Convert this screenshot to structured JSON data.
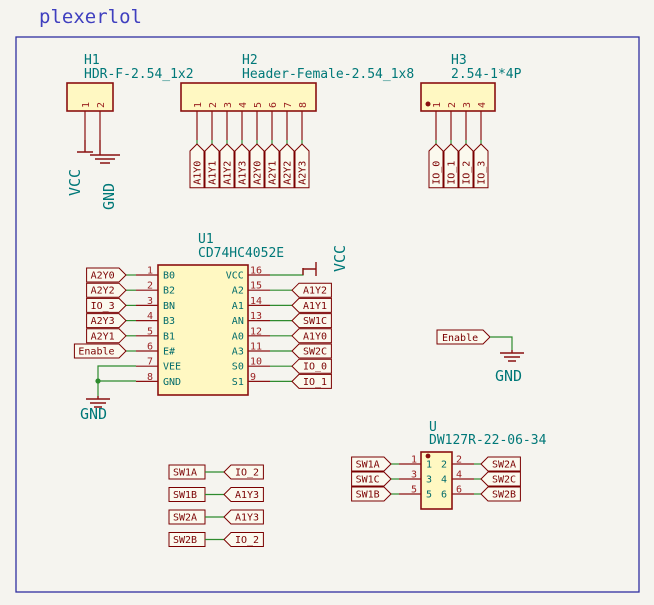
{
  "title": "plexerlol",
  "h1": {
    "ref": "H1",
    "value": "HDR-F-2.54_1x2",
    "pins": [
      "1",
      "2"
    ]
  },
  "h2": {
    "ref": "H2",
    "value": "Header-Female-2.54_1x8",
    "pins": [
      "1",
      "2",
      "3",
      "4",
      "5",
      "6",
      "7",
      "8"
    ],
    "nets": [
      "A1Y0",
      "A1Y1",
      "A1Y2",
      "A1Y3",
      "A2Y0",
      "A2Y1",
      "A2Y2",
      "A2Y3"
    ]
  },
  "h3": {
    "ref": "H3",
    "value": "2.54-1*4P",
    "pins": [
      "1",
      "2",
      "3",
      "4"
    ],
    "nets": [
      "IO_0",
      "IO_1",
      "IO_2",
      "IO_3"
    ]
  },
  "power": {
    "vcc": "VCC",
    "gnd": "GND"
  },
  "u1": {
    "ref": "U1",
    "value": "CD74HC4052E",
    "left_pins": [
      {
        "num": "1",
        "name": "B0",
        "net": "A2Y0"
      },
      {
        "num": "2",
        "name": "B2",
        "net": "A2Y2"
      },
      {
        "num": "3",
        "name": "BN",
        "net": "IO_3"
      },
      {
        "num": "4",
        "name": "B3",
        "net": "A2Y3"
      },
      {
        "num": "5",
        "name": "B1",
        "net": "A2Y1"
      },
      {
        "num": "6",
        "name": "E#",
        "net": "Enable"
      },
      {
        "num": "7",
        "name": "VEE",
        "net": ""
      },
      {
        "num": "8",
        "name": "GND",
        "net": ""
      }
    ],
    "right_pins": [
      {
        "num": "16",
        "name": "VCC",
        "net": ""
      },
      {
        "num": "15",
        "name": "A2",
        "net": "A1Y2"
      },
      {
        "num": "14",
        "name": "A1",
        "net": "A1Y1"
      },
      {
        "num": "13",
        "name": "AN",
        "net": "SW1C"
      },
      {
        "num": "12",
        "name": "A0",
        "net": "A1Y0"
      },
      {
        "num": "11",
        "name": "A3",
        "net": "SW2C"
      },
      {
        "num": "10",
        "name": "S0",
        "net": "IO_0"
      },
      {
        "num": "9",
        "name": "S1",
        "net": "IO_1"
      }
    ]
  },
  "enable_label": "Enable",
  "u_switch": {
    "ref": "U",
    "value": "DW127R-22-06-34",
    "left": [
      {
        "num": "1",
        "inner": "1",
        "net": "SW1A"
      },
      {
        "num": "3",
        "inner": "3",
        "net": "SW1C"
      },
      {
        "num": "5",
        "inner": "5",
        "net": "SW1B"
      }
    ],
    "right": [
      {
        "num": "2",
        "inner": "2",
        "net": "SW2A"
      },
      {
        "num": "4",
        "inner": "4",
        "net": "SW2C"
      },
      {
        "num": "6",
        "inner": "6",
        "net": "SW2B"
      }
    ]
  },
  "pairs": [
    {
      "left": "SW1A",
      "right": "IO_2"
    },
    {
      "left": "SW1B",
      "right": "A1Y3"
    },
    {
      "left": "SW2A",
      "right": "A1Y3"
    },
    {
      "left": "SW2B",
      "right": "IO_2"
    }
  ]
}
